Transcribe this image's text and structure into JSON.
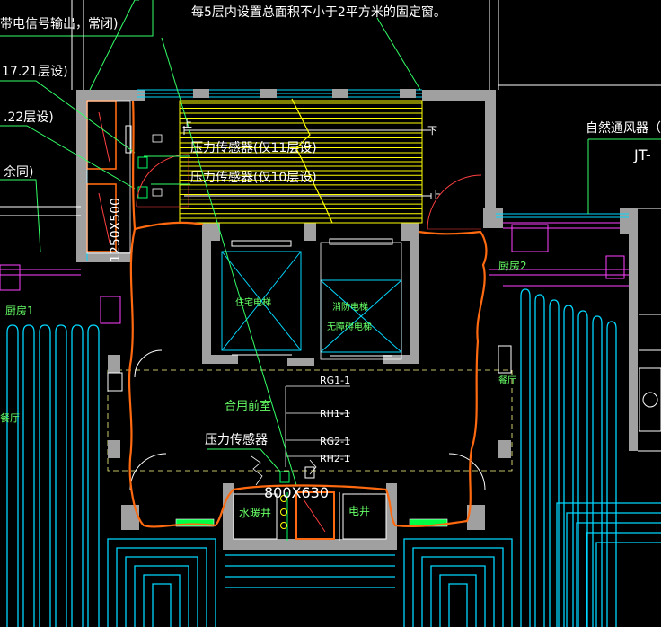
{
  "labels": {
    "top_note": "每5层内设置总面积不小于2平方米的固定窗。",
    "left_note_1": "带电信号输出，常闭)",
    "left_note_2": "17.21层设)",
    "left_note_3": ".22层设)",
    "left_note_4": "余同)",
    "pressure_sensor_11": "压力传感器(仅11层设)",
    "pressure_sensor_10": "压力传感器(仅10层设)",
    "pressure_sensor": "压力传感器",
    "natural_vent": "自然通风器（余",
    "jt_tag": "JT-",
    "duct_left": "1250X500",
    "duct_bottom": "800X630",
    "elevator_1": "住宅电梯",
    "elevator_2": "消防电梯",
    "elevator_2b": "无障碍电梯",
    "shared_lobby": "合用前室",
    "kitchen_left": "厨房1",
    "kitchen_right": "厨房2",
    "water_shaft": "水暖井",
    "electric_shaft": "电井",
    "left_room": "餐厅",
    "right_room": "餐厅",
    "rg1": "RG1-1",
    "rh1": "RH1-1",
    "rg2": "RG2-1",
    "rh2": "RH2-1",
    "stair_up": "上",
    "stair_down": "下",
    "stair_up2": "上"
  },
  "colors": {
    "wall": "#a0a0a0",
    "cyan": "#00d8ff",
    "green": "#00ff66",
    "yellow": "#ffff00",
    "orange": "#ff6a10",
    "magenta": "#ff40ff",
    "white": "#ffffff"
  }
}
